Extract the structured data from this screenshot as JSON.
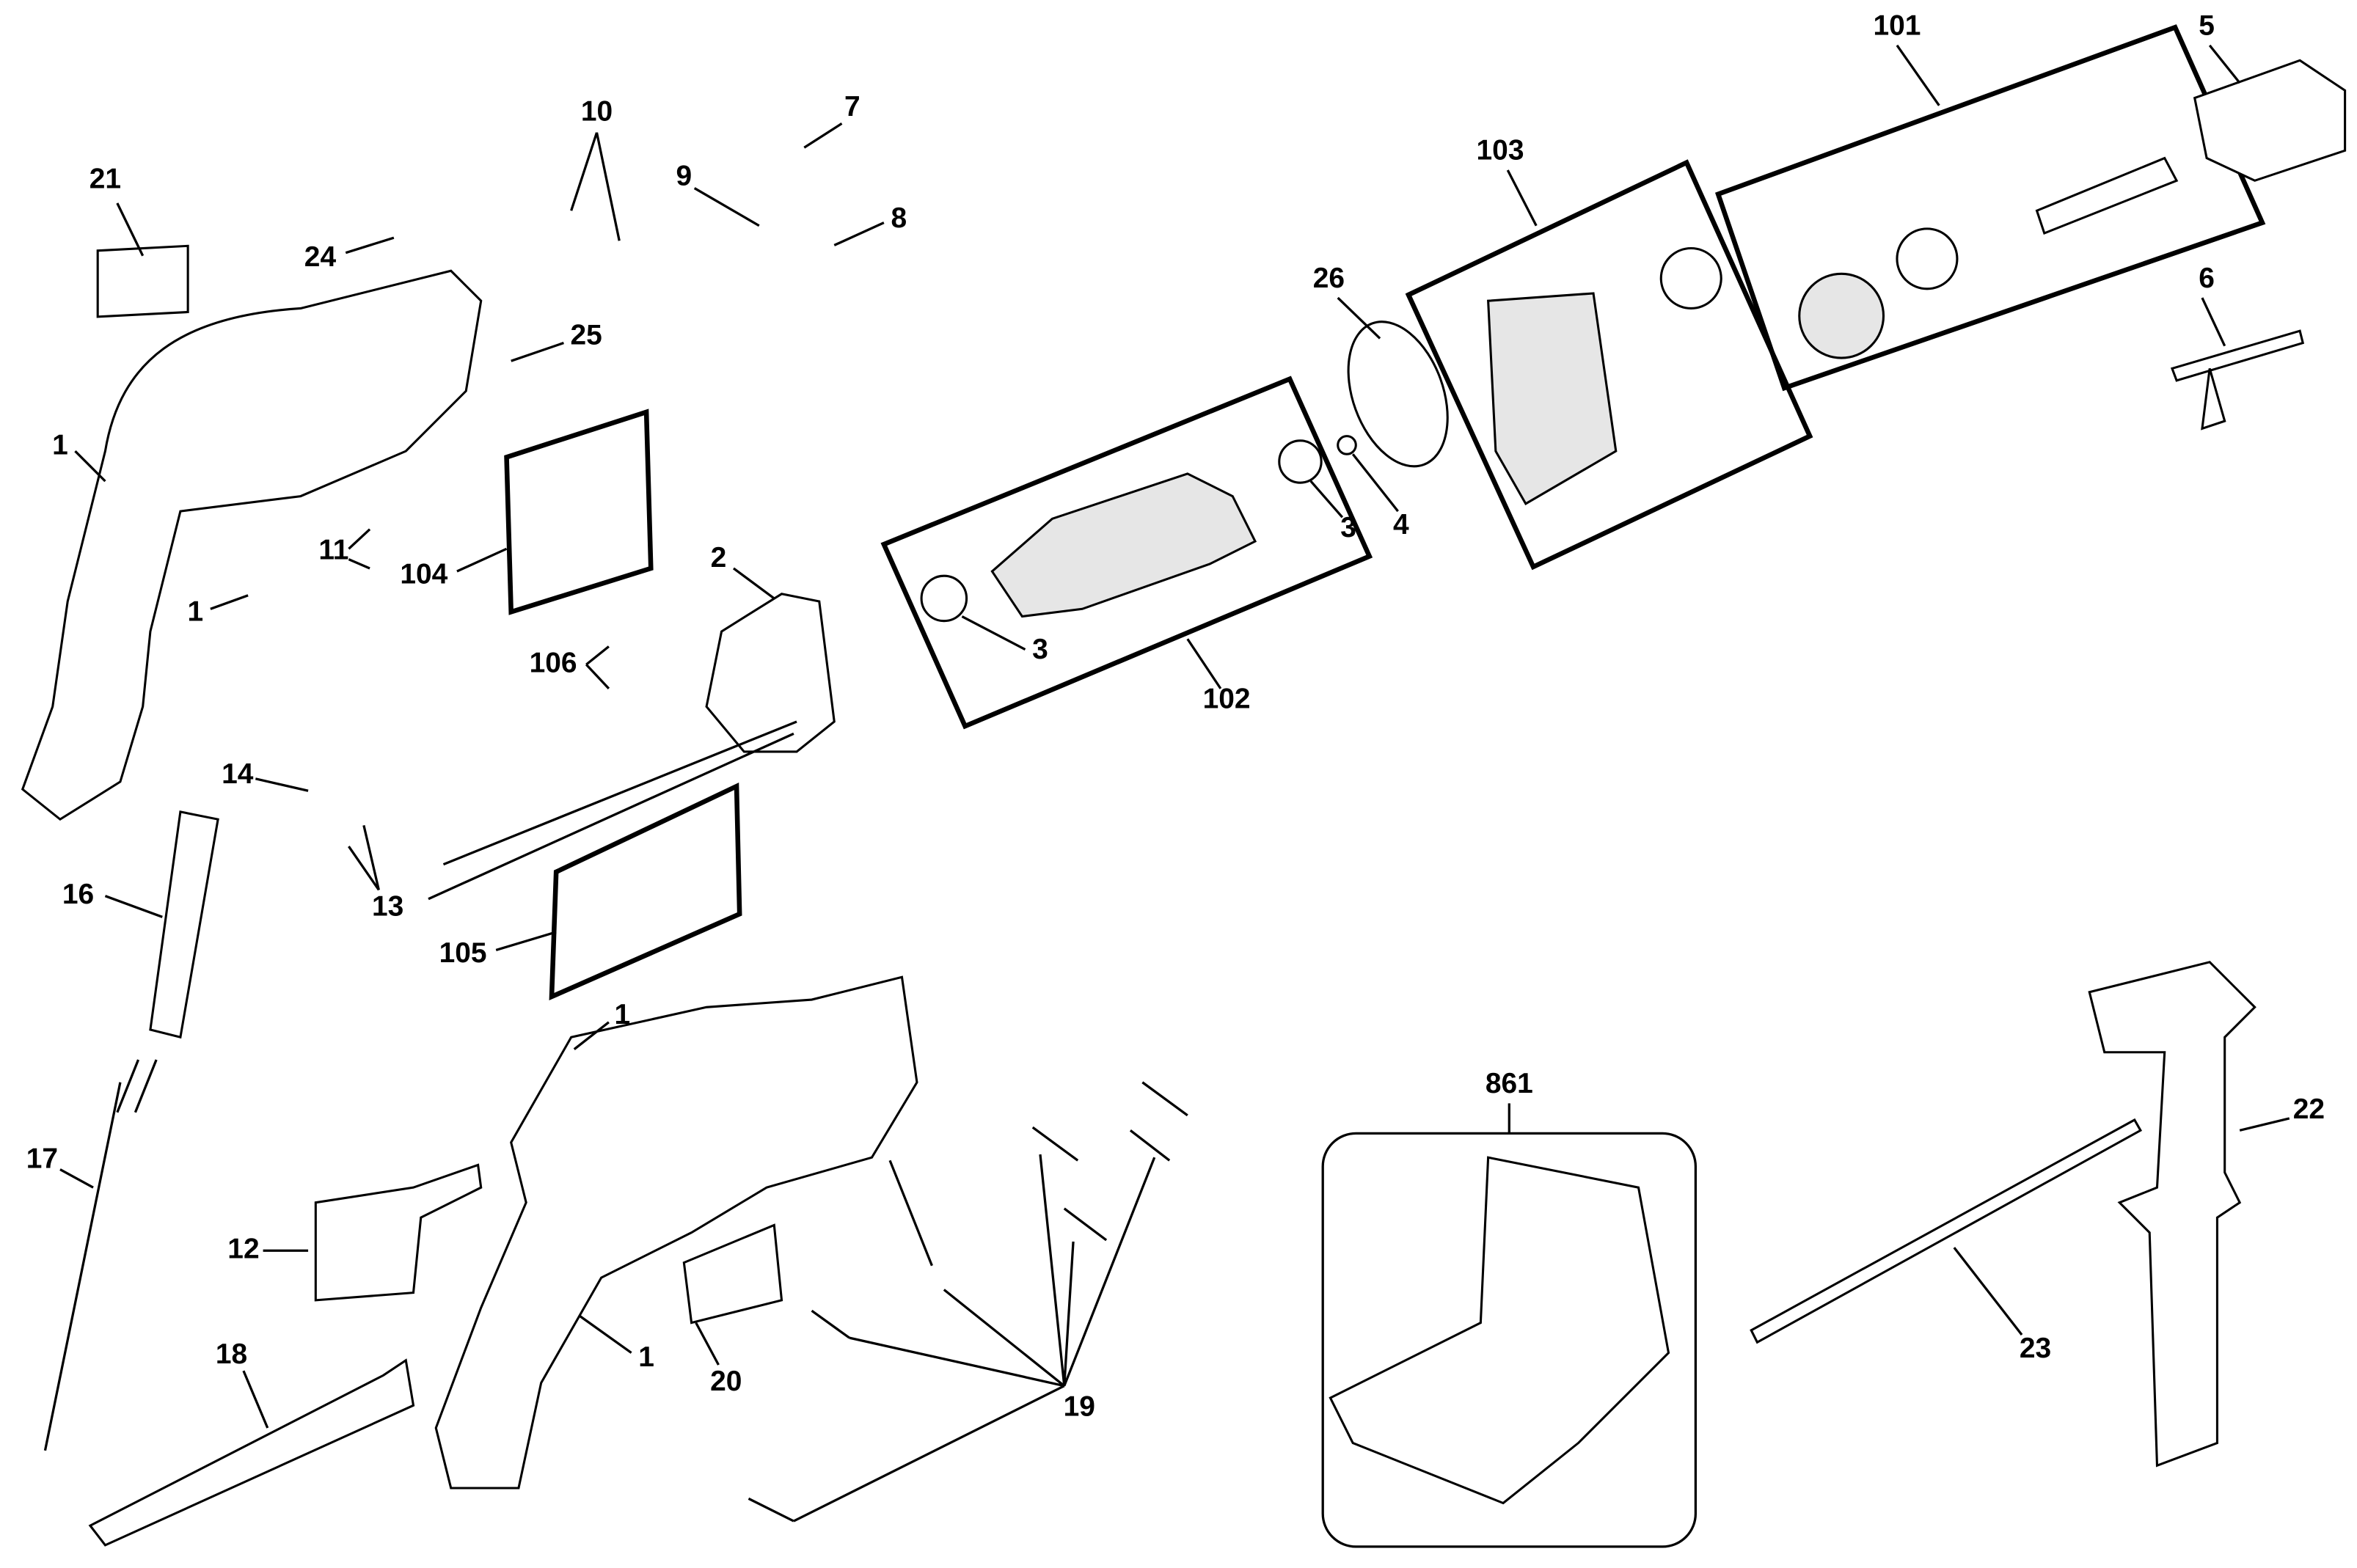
{
  "diagram": {
    "labels": [
      {
        "id": "l21",
        "text": "21"
      },
      {
        "id": "l24",
        "text": "24"
      },
      {
        "id": "l10",
        "text": "10"
      },
      {
        "id": "l7",
        "text": "7"
      },
      {
        "id": "l9",
        "text": "9"
      },
      {
        "id": "l8",
        "text": "8"
      },
      {
        "id": "l25",
        "text": "25"
      },
      {
        "id": "l1a",
        "text": "1"
      },
      {
        "id": "l11",
        "text": "11"
      },
      {
        "id": "l104",
        "text": "104"
      },
      {
        "id": "l1b",
        "text": "1"
      },
      {
        "id": "l2",
        "text": "2"
      },
      {
        "id": "l106",
        "text": "106"
      },
      {
        "id": "l3a",
        "text": "3"
      },
      {
        "id": "l3b",
        "text": "3"
      },
      {
        "id": "l4",
        "text": "4"
      },
      {
        "id": "l102",
        "text": "102"
      },
      {
        "id": "l26",
        "text": "26"
      },
      {
        "id": "l103",
        "text": "103"
      },
      {
        "id": "l101",
        "text": "101"
      },
      {
        "id": "l5",
        "text": "5"
      },
      {
        "id": "l6",
        "text": "6"
      },
      {
        "id": "l14",
        "text": "14"
      },
      {
        "id": "l16",
        "text": "16"
      },
      {
        "id": "l13",
        "text": "13"
      },
      {
        "id": "l105",
        "text": "105"
      },
      {
        "id": "l1c",
        "text": "1"
      },
      {
        "id": "l17",
        "text": "17"
      },
      {
        "id": "l12",
        "text": "12"
      },
      {
        "id": "l1d",
        "text": "1"
      },
      {
        "id": "l20",
        "text": "20"
      },
      {
        "id": "l18",
        "text": "18"
      },
      {
        "id": "l19",
        "text": "19"
      },
      {
        "id": "l861",
        "text": "861"
      },
      {
        "id": "l22",
        "text": "22"
      },
      {
        "id": "l23",
        "text": "23"
      }
    ]
  }
}
